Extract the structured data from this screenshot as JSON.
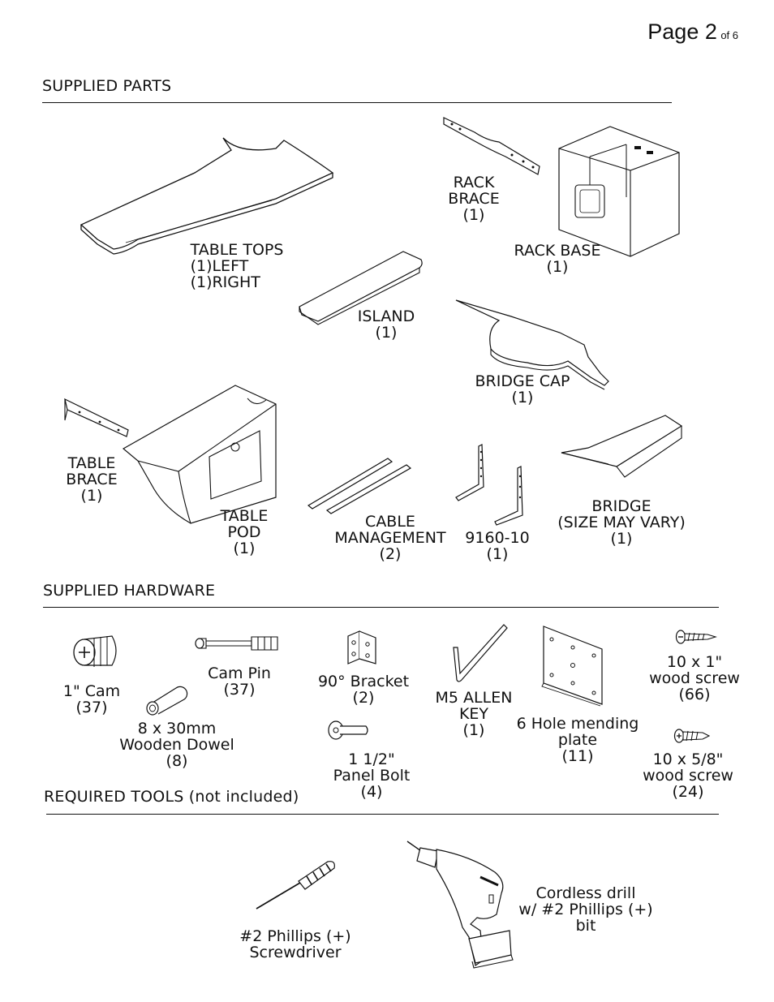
{
  "page": {
    "label": "Page 2",
    "suffix": "of 6"
  },
  "sections": {
    "parts": "SUPPLIED PARTS",
    "hardware": "SUPPLIED HARDWARE",
    "tools": "REQUIRED TOOLS (not included)"
  },
  "parts": {
    "table_tops": [
      "TABLE TOPS",
      "(1)LEFT",
      "(1)RIGHT"
    ],
    "rack_brace": [
      "RACK",
      "BRACE",
      "(1)"
    ],
    "rack_base": [
      "RACK BASE",
      "(1)"
    ],
    "island": [
      "ISLAND",
      "(1)"
    ],
    "bridge_cap": [
      "BRIDGE CAP",
      "(1)"
    ],
    "table_brace": [
      "TABLE",
      "BRACE",
      "(1)"
    ],
    "table_pod": [
      "TABLE",
      "POD",
      "(1)"
    ],
    "cable_management": [
      "CABLE",
      "MANAGEMENT",
      "(2)"
    ],
    "part_9160": [
      "9160-10",
      "(1)"
    ],
    "bridge": [
      "BRIDGE",
      "(SIZE MAY VARY)",
      "(1)"
    ]
  },
  "hardware": {
    "cam": [
      "1\" Cam",
      "(37)"
    ],
    "cam_pin": [
      "Cam Pin",
      "(37)"
    ],
    "dowel": [
      "8 x 30mm",
      "Wooden Dowel",
      "(8)"
    ],
    "bracket": [
      "90° Bracket",
      "(2)"
    ],
    "panel_bolt": [
      "1 1/2\"",
      "Panel Bolt",
      "(4)"
    ],
    "allen_key": [
      "M5 ALLEN",
      "KEY",
      "(1)"
    ],
    "mending_plate": [
      "6 Hole mending",
      "plate",
      "(11)"
    ],
    "screw_1": [
      "10 x 1\"",
      "wood screw",
      "(66)"
    ],
    "screw_58": [
      "10 x 5/8\"",
      "wood screw",
      "(24)"
    ]
  },
  "tools": {
    "screwdriver": [
      "#2 Phillips (+)",
      "Screwdriver"
    ],
    "drill": [
      "Cordless drill",
      "w/ #2 Phillips (+)",
      "bit"
    ]
  }
}
